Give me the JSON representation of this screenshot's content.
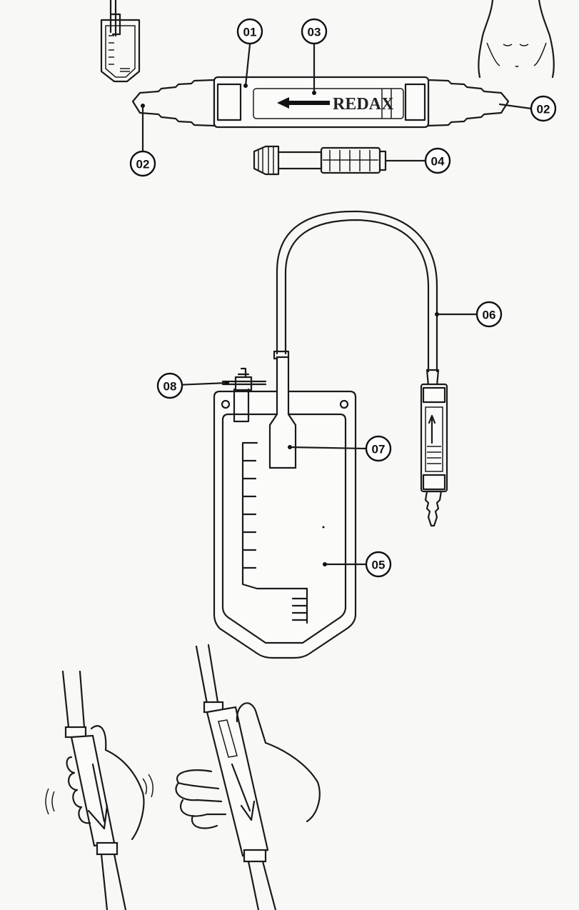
{
  "brand": "REDAX",
  "callouts": {
    "c01": "01",
    "c02_left": "02",
    "c02_right": "02",
    "c03": "03",
    "c04": "04",
    "c05": "05",
    "c06": "06",
    "c07": "07",
    "c08": "08"
  }
}
